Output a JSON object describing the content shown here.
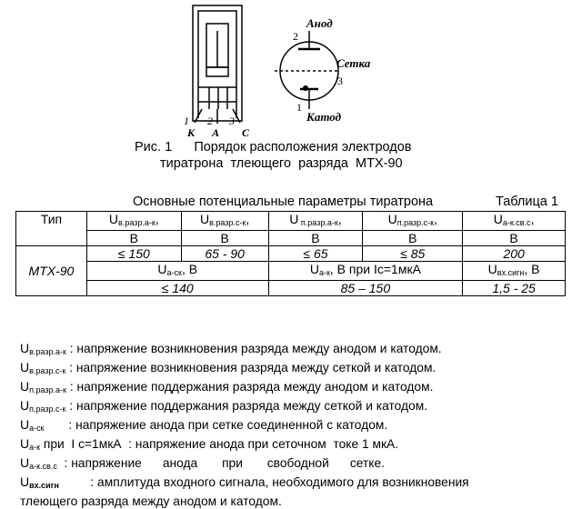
{
  "figure": {
    "caption_line1": "Рис. 1      Порядок расположения электродов",
    "caption_line2": "тиратрона  тлеющего  разряда  МТХ-90",
    "pins": {
      "n1": "1",
      "n2": "2",
      "n3": "3",
      "k": "К",
      "a": "А",
      "c": "С"
    },
    "symbol": {
      "anode": "Анод",
      "grid": "Сетка",
      "cathode": "Катод",
      "n1": "1",
      "n2": "2",
      "n3": "3"
    }
  },
  "table": {
    "title": "Основные потенциальные параметры тиратрона",
    "number": "Таблица 1",
    "header": {
      "type": "Тип",
      "c1": {
        "sym": "U",
        "sub": "в.разр.а-к",
        "suffix": ",",
        "unit": "В"
      },
      "c2": {
        "sym": "U",
        "sub": "в.разр.с-к",
        "suffix": ",",
        "unit": "В"
      },
      "c3": {
        "sym": "U",
        "sub": " п.разр.а-к",
        "suffix": ",",
        "unit": "В"
      },
      "c4": {
        "sym": "U",
        "sub": "п.разр.с-к",
        "suffix": ",",
        "unit": "В"
      },
      "c5": {
        "sym": "U",
        "sub": "а-к.св.с",
        "suffix": ",",
        "unit": "В"
      }
    },
    "row1": {
      "type": "МТХ-90",
      "v1": "≤  150",
      "v2": "65 - 90",
      "v3": "≤  65",
      "v4": "≤  85",
      "v5": "200"
    },
    "row2_header": {
      "h1_sym": "U",
      "h1_sub": "а-ск",
      "h1_suffix": ",  В",
      "h2_sym": "U",
      "h2_sub": "а-к",
      "h2_suffix": ", В  при  Iс=1мкА",
      "h3_sym": "U",
      "h3_sub": "вх.сигн",
      "h3_suffix": ", В"
    },
    "row2_values": {
      "v1": "≤  140",
      "v2": "85 – 150",
      "v3": "1,5 - 25"
    }
  },
  "legend": [
    {
      "sym": "U",
      "sub": "в.разр.а-к",
      "text": " : напряжение возникновения разряда между анодом и катодом."
    },
    {
      "sym": "U",
      "sub": "в.разр.с-к",
      "text": " : напряжение  возникновения  разряда  между сеткой и катодом."
    },
    {
      "sym": "U",
      "sub": "п.разр.а-к",
      "text": " : напряжение  поддержания   разряда  между анодом и катодом."
    },
    {
      "sym": "U",
      "sub": "п.разр.с-к",
      "text": " : напряжение поддержания разряда между сеткой и катодом."
    },
    {
      "sym": "U",
      "sub": "а-ск",
      "text": "       : напряжение анода при сетке соединенной с катодом."
    },
    {
      "sym": "U",
      "sub": "а-к",
      "text": " при  I с=1мкА  : напряжение анода при сеточном  токе 1 мкА."
    },
    {
      "sym": "U",
      "sub": "а-к.св.с",
      "text": "  : напряжение      анода       при       свободной      сетке."
    },
    {
      "sym": "U",
      "sub": "вх.сигн",
      "text": "         : амплитуда входного сигнала, необходимого для возникновения"
    },
    {
      "sym": "",
      "sub": "",
      "text": "тлеющего разряда между анодом и катодом."
    }
  ]
}
